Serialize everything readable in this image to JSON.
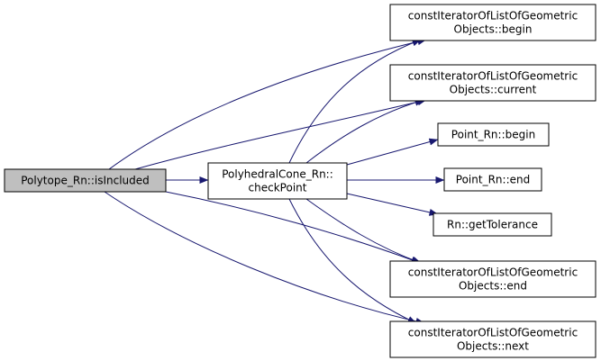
{
  "colors": {
    "edge": "#191970",
    "node_fill": "#ffffff",
    "node_highlight_fill": "#bfbfbf",
    "node_border": "#000000"
  },
  "nodes": {
    "polytope_isincluded": {
      "lines": [
        "Polytope_Rn::isIncluded"
      ],
      "highlight": true
    },
    "polyhedralcone_checkpoint": {
      "lines": [
        "PolyhedralCone_Rn::",
        "checkPoint"
      ]
    },
    "iter_begin": {
      "lines": [
        "constIteratorOfListOfGeometric",
        "Objects::begin"
      ]
    },
    "iter_current": {
      "lines": [
        "constIteratorOfListOfGeometric",
        "Objects::current"
      ]
    },
    "point_begin": {
      "lines": [
        "Point_Rn::begin"
      ]
    },
    "point_end": {
      "lines": [
        "Point_Rn::end"
      ]
    },
    "rn_gettolerance": {
      "lines": [
        "Rn::getTolerance"
      ]
    },
    "iter_end": {
      "lines": [
        "constIteratorOfListOfGeometric",
        "Objects::end"
      ]
    },
    "iter_next": {
      "lines": [
        "constIteratorOfListOfGeometric",
        "Objects::next"
      ]
    }
  },
  "edges": [
    {
      "from": "polytope_isincluded",
      "to": "iter_begin"
    },
    {
      "from": "polytope_isincluded",
      "to": "iter_current"
    },
    {
      "from": "polytope_isincluded",
      "to": "polyhedralcone_checkpoint"
    },
    {
      "from": "polytope_isincluded",
      "to": "iter_end"
    },
    {
      "from": "polytope_isincluded",
      "to": "iter_next"
    },
    {
      "from": "polyhedralcone_checkpoint",
      "to": "iter_begin"
    },
    {
      "from": "polyhedralcone_checkpoint",
      "to": "iter_current"
    },
    {
      "from": "polyhedralcone_checkpoint",
      "to": "point_begin"
    },
    {
      "from": "polyhedralcone_checkpoint",
      "to": "point_end"
    },
    {
      "from": "polyhedralcone_checkpoint",
      "to": "rn_gettolerance"
    },
    {
      "from": "polyhedralcone_checkpoint",
      "to": "iter_end"
    },
    {
      "from": "polyhedralcone_checkpoint",
      "to": "iter_next"
    }
  ]
}
